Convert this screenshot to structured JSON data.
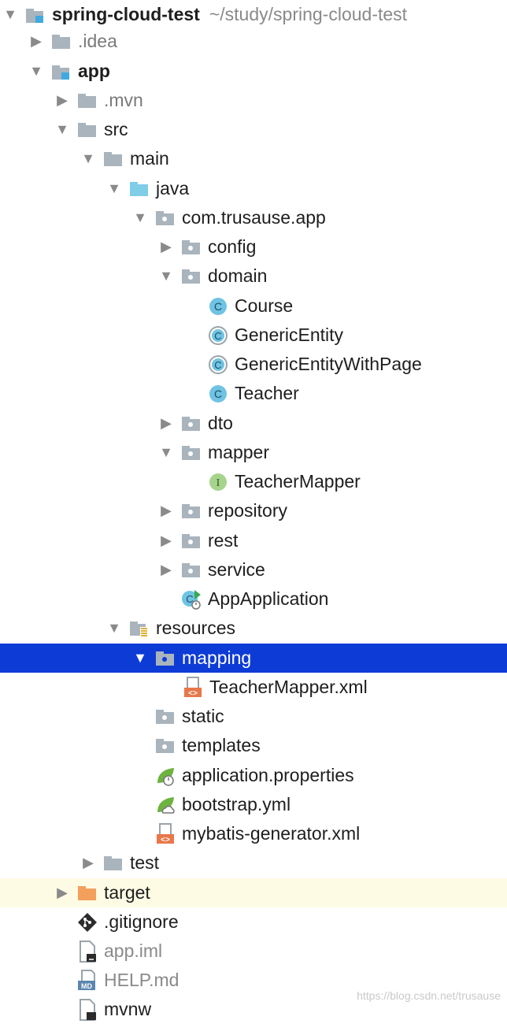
{
  "project": {
    "root_label": "spring-cloud-test",
    "root_path": "~/study/spring-cloud-test"
  },
  "tree": {
    "idea": ".idea",
    "app": "app",
    "mvn": ".mvn",
    "src": "src",
    "main": "main",
    "java": "java",
    "package": "com.trusause.app",
    "config": "config",
    "domain": "domain",
    "course": "Course",
    "generic_entity": "GenericEntity",
    "generic_entity_with_page": "GenericEntityWithPage",
    "teacher": "Teacher",
    "dto": "dto",
    "mapper": "mapper",
    "teacher_mapper": "TeacherMapper",
    "repository": "repository",
    "rest": "rest",
    "service": "service",
    "app_application": "AppApplication",
    "resources": "resources",
    "mapping": "mapping",
    "teacher_mapper_xml": "TeacherMapper.xml",
    "static": "static",
    "templates": "templates",
    "application_properties": "application.properties",
    "bootstrap_yml": "bootstrap.yml",
    "mybatis_generator_xml": "mybatis-generator.xml",
    "test": "test",
    "target": "target",
    "gitignore": ".gitignore",
    "app_iml": "app.iml",
    "help_md": "HELP.md",
    "mvnw": "mvnw"
  },
  "watermark": "https://blog.csdn.net/trusause",
  "colors": {
    "selection": "#0d3bd6",
    "highlight_row": "#fdfbe4",
    "folder": "#a9b4bd",
    "source_folder": "#80cde8",
    "class_icon": "#6fc3e3",
    "interface_icon": "#a6d48c",
    "target_folder": "#f3a05c",
    "xml_icon": "#e8774a",
    "spring_green": "#6db33f"
  }
}
